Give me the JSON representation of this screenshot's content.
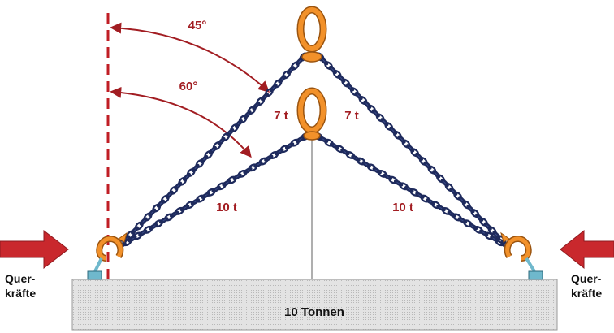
{
  "angles": {
    "outer": "45°",
    "inner": "60°"
  },
  "outer_chain_loads": {
    "left": "7 t",
    "right": "7 t"
  },
  "inner_chain_loads": {
    "left": "10 t",
    "right": "10 t"
  },
  "side_forces": {
    "left": {
      "line1": "Quer-",
      "line2": "kräfte"
    },
    "right": {
      "line1": "Quer-",
      "line2": "kräfte"
    }
  },
  "load": {
    "label": "10 Tonnen"
  },
  "colors": {
    "chain": "#1e2a5c",
    "chain_highlight": "#3d4f8f",
    "ring": "#f2912a",
    "ring_outline": "#9a5410",
    "label_red": "#a21d22",
    "arrow": "#c9282d",
    "load_block": "#d9d9d9",
    "anchor": "#6fb8cc"
  }
}
